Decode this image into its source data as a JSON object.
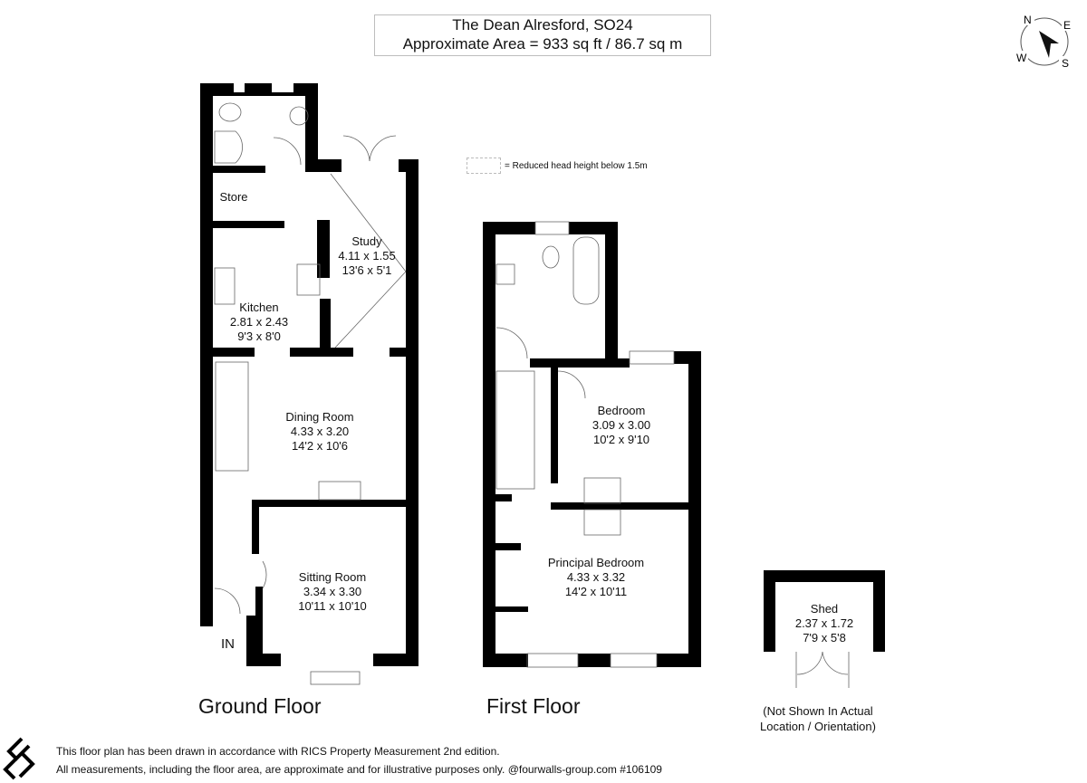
{
  "header": {
    "title": "The Dean Alresford, SO24",
    "area": "Approximate Area = 933 sq ft / 86.7 sq m"
  },
  "compass": {
    "icon": "compass-icon",
    "n": "N",
    "e": "E",
    "s": "S",
    "w": "W"
  },
  "legend": {
    "icon": "dashed-box-icon",
    "text": "= Reduced head height below 1.5m"
  },
  "ground_floor": {
    "label": "Ground Floor",
    "entrance": "IN",
    "rooms": [
      {
        "name": "Store",
        "metric": "",
        "imperial": ""
      },
      {
        "name": "Study",
        "metric": "4.11 x 1.55",
        "imperial": "13'6 x 5'1"
      },
      {
        "name": "Kitchen",
        "metric": "2.81 x 2.43",
        "imperial": "9'3 x 8'0"
      },
      {
        "name": "Dining Room",
        "metric": "4.33 x 3.20",
        "imperial": "14'2 x 10'6"
      },
      {
        "name": "Sitting Room",
        "metric": "3.34 x 3.30",
        "imperial": "10'11 x 10'10"
      }
    ]
  },
  "first_floor": {
    "label": "First Floor",
    "rooms": [
      {
        "name": "Bedroom",
        "metric": "3.09 x 3.00",
        "imperial": "10'2 x 9'10"
      },
      {
        "name": "Principal Bedroom",
        "metric": "4.33 x 3.32",
        "imperial": "14'2 x 10'11"
      }
    ]
  },
  "shed": {
    "name": "Shed",
    "metric": "2.37 x 1.72",
    "imperial": "7'9 x 5'8",
    "note_line1": "(Not Shown In Actual",
    "note_line2": "Location / Orientation)"
  },
  "footer": {
    "logo": "fourwalls-logo-icon",
    "line1": "This floor plan has been drawn in accordance with RICS Property Measurement 2nd edition.",
    "line2": "All measurements, including the floor area, are approximate and for illustrative purposes only. @fourwalls-group.com #106109"
  }
}
